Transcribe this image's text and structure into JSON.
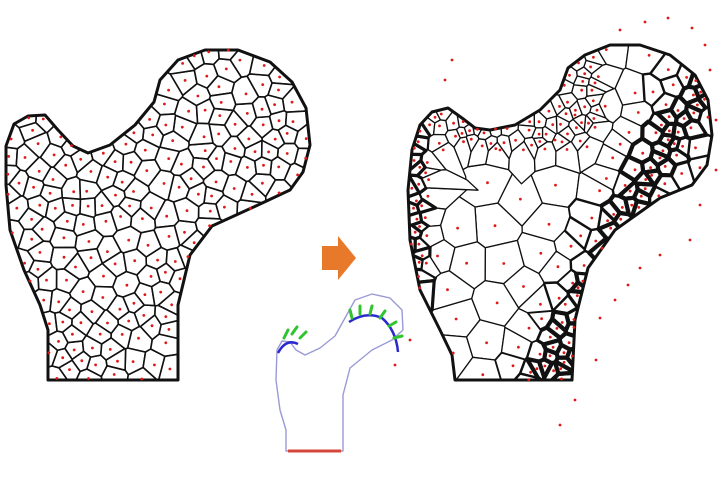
{
  "figure": {
    "panels": [
      {
        "id": "initial-voronoi-femur",
        "seed_count": 190,
        "cell_count": 190
      },
      {
        "id": "optimized-voronoi-femur",
        "seed_count": 200,
        "cell_count": 200
      }
    ],
    "transition": {
      "arrow_color": "#e8782a"
    },
    "boundary_conditions_sketch": {
      "outline_color": "#9a9ad6",
      "fixed_support_color": "#d6453a",
      "load_region_color": "#2a2acf",
      "load_arrow_color": "#31c431",
      "load_arrow_count": 9
    },
    "colors": {
      "wall": "#111111",
      "seed": "#e01818",
      "cell_fill": "#ffffff"
    }
  }
}
